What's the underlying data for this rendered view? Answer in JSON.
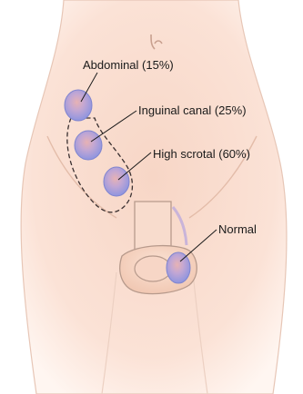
{
  "labels": {
    "abdominal": "Abdominal (15%)",
    "inguinal": "Inguinal canal (25%)",
    "high_scrotal": "High scrotal (60%)",
    "normal": "Normal"
  },
  "colors": {
    "skin_outer": "#fbe4d8",
    "skin_inner": "#f6d2c1",
    "testis_fill": "#9fa3e3",
    "testis_highlight": "#eab4b6",
    "outline": "#b79a8c",
    "leader": "#1a1a1a"
  }
}
